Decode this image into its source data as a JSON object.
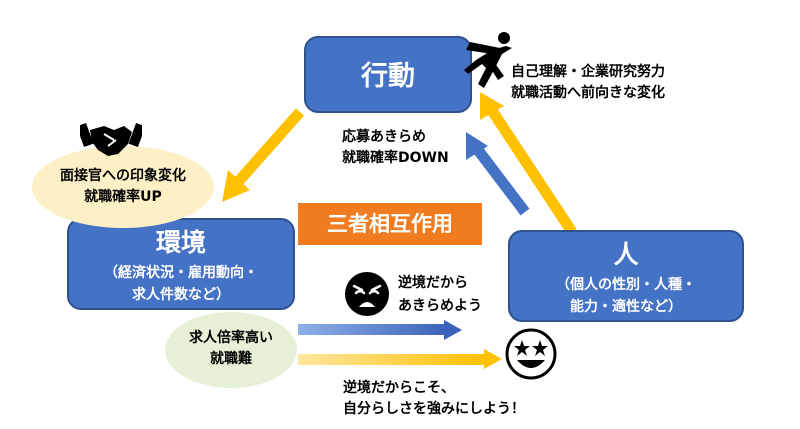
{
  "action": {
    "title": "行動",
    "effort_lines": [
      "自己理解・企業研究努力",
      "就職活動へ前向きな変化"
    ],
    "giveup_lines": [
      "応募あきらめ",
      "就職確率DOWN"
    ]
  },
  "environment": {
    "title": "環境",
    "sub_lines": [
      "（経済状況・雇用動向・",
      "求人件数など）"
    ],
    "impression_lines": [
      "面接官への印象変化",
      "就職確率UP"
    ],
    "job_ratio_lines": [
      "求人倍率高い",
      "就職難"
    ]
  },
  "person": {
    "title": "人",
    "sub_lines": [
      "（個人の性別・人種・",
      "能力・適性など）"
    ]
  },
  "center_label": "三者相互作用",
  "reactions": {
    "negative_lines": [
      "逆境だから",
      "あきらめよう"
    ],
    "positive_lines": [
      "逆境だからこそ、",
      "自分らしさを強みにしよう！"
    ]
  },
  "icons": {
    "handshake": "handshake-icon",
    "hero": "superhero-icon",
    "sad_face": "weary-face-icon",
    "star_face": "star-struck-face-icon"
  },
  "colors": {
    "box_fill": "#4472c4",
    "orange_arrow": "#ffc000",
    "blue_arrow": "#4472c4",
    "center_label": "#f07c1f",
    "cream_ellipse": "#fdf0c6",
    "green_ellipse": "#e6f0d6"
  }
}
